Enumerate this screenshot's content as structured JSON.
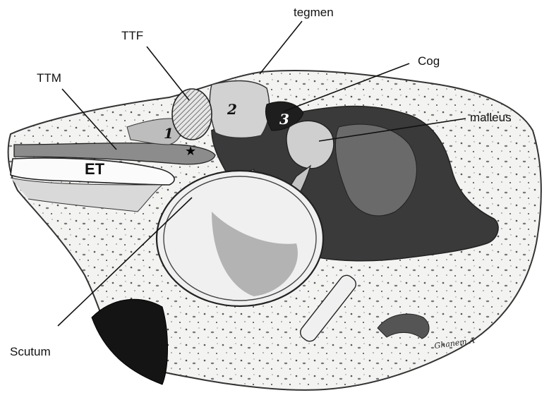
{
  "labels": {
    "tegmen": "tegmen",
    "ttf": "TTF",
    "cog": "Cog",
    "ttm": "TTM",
    "malleus": "malleus",
    "et": "ET",
    "scutum": "Scutum"
  },
  "regions": {
    "r1": "1",
    "r2": "2",
    "r3": "3",
    "star": "★"
  },
  "signature": "Ghanem A"
}
